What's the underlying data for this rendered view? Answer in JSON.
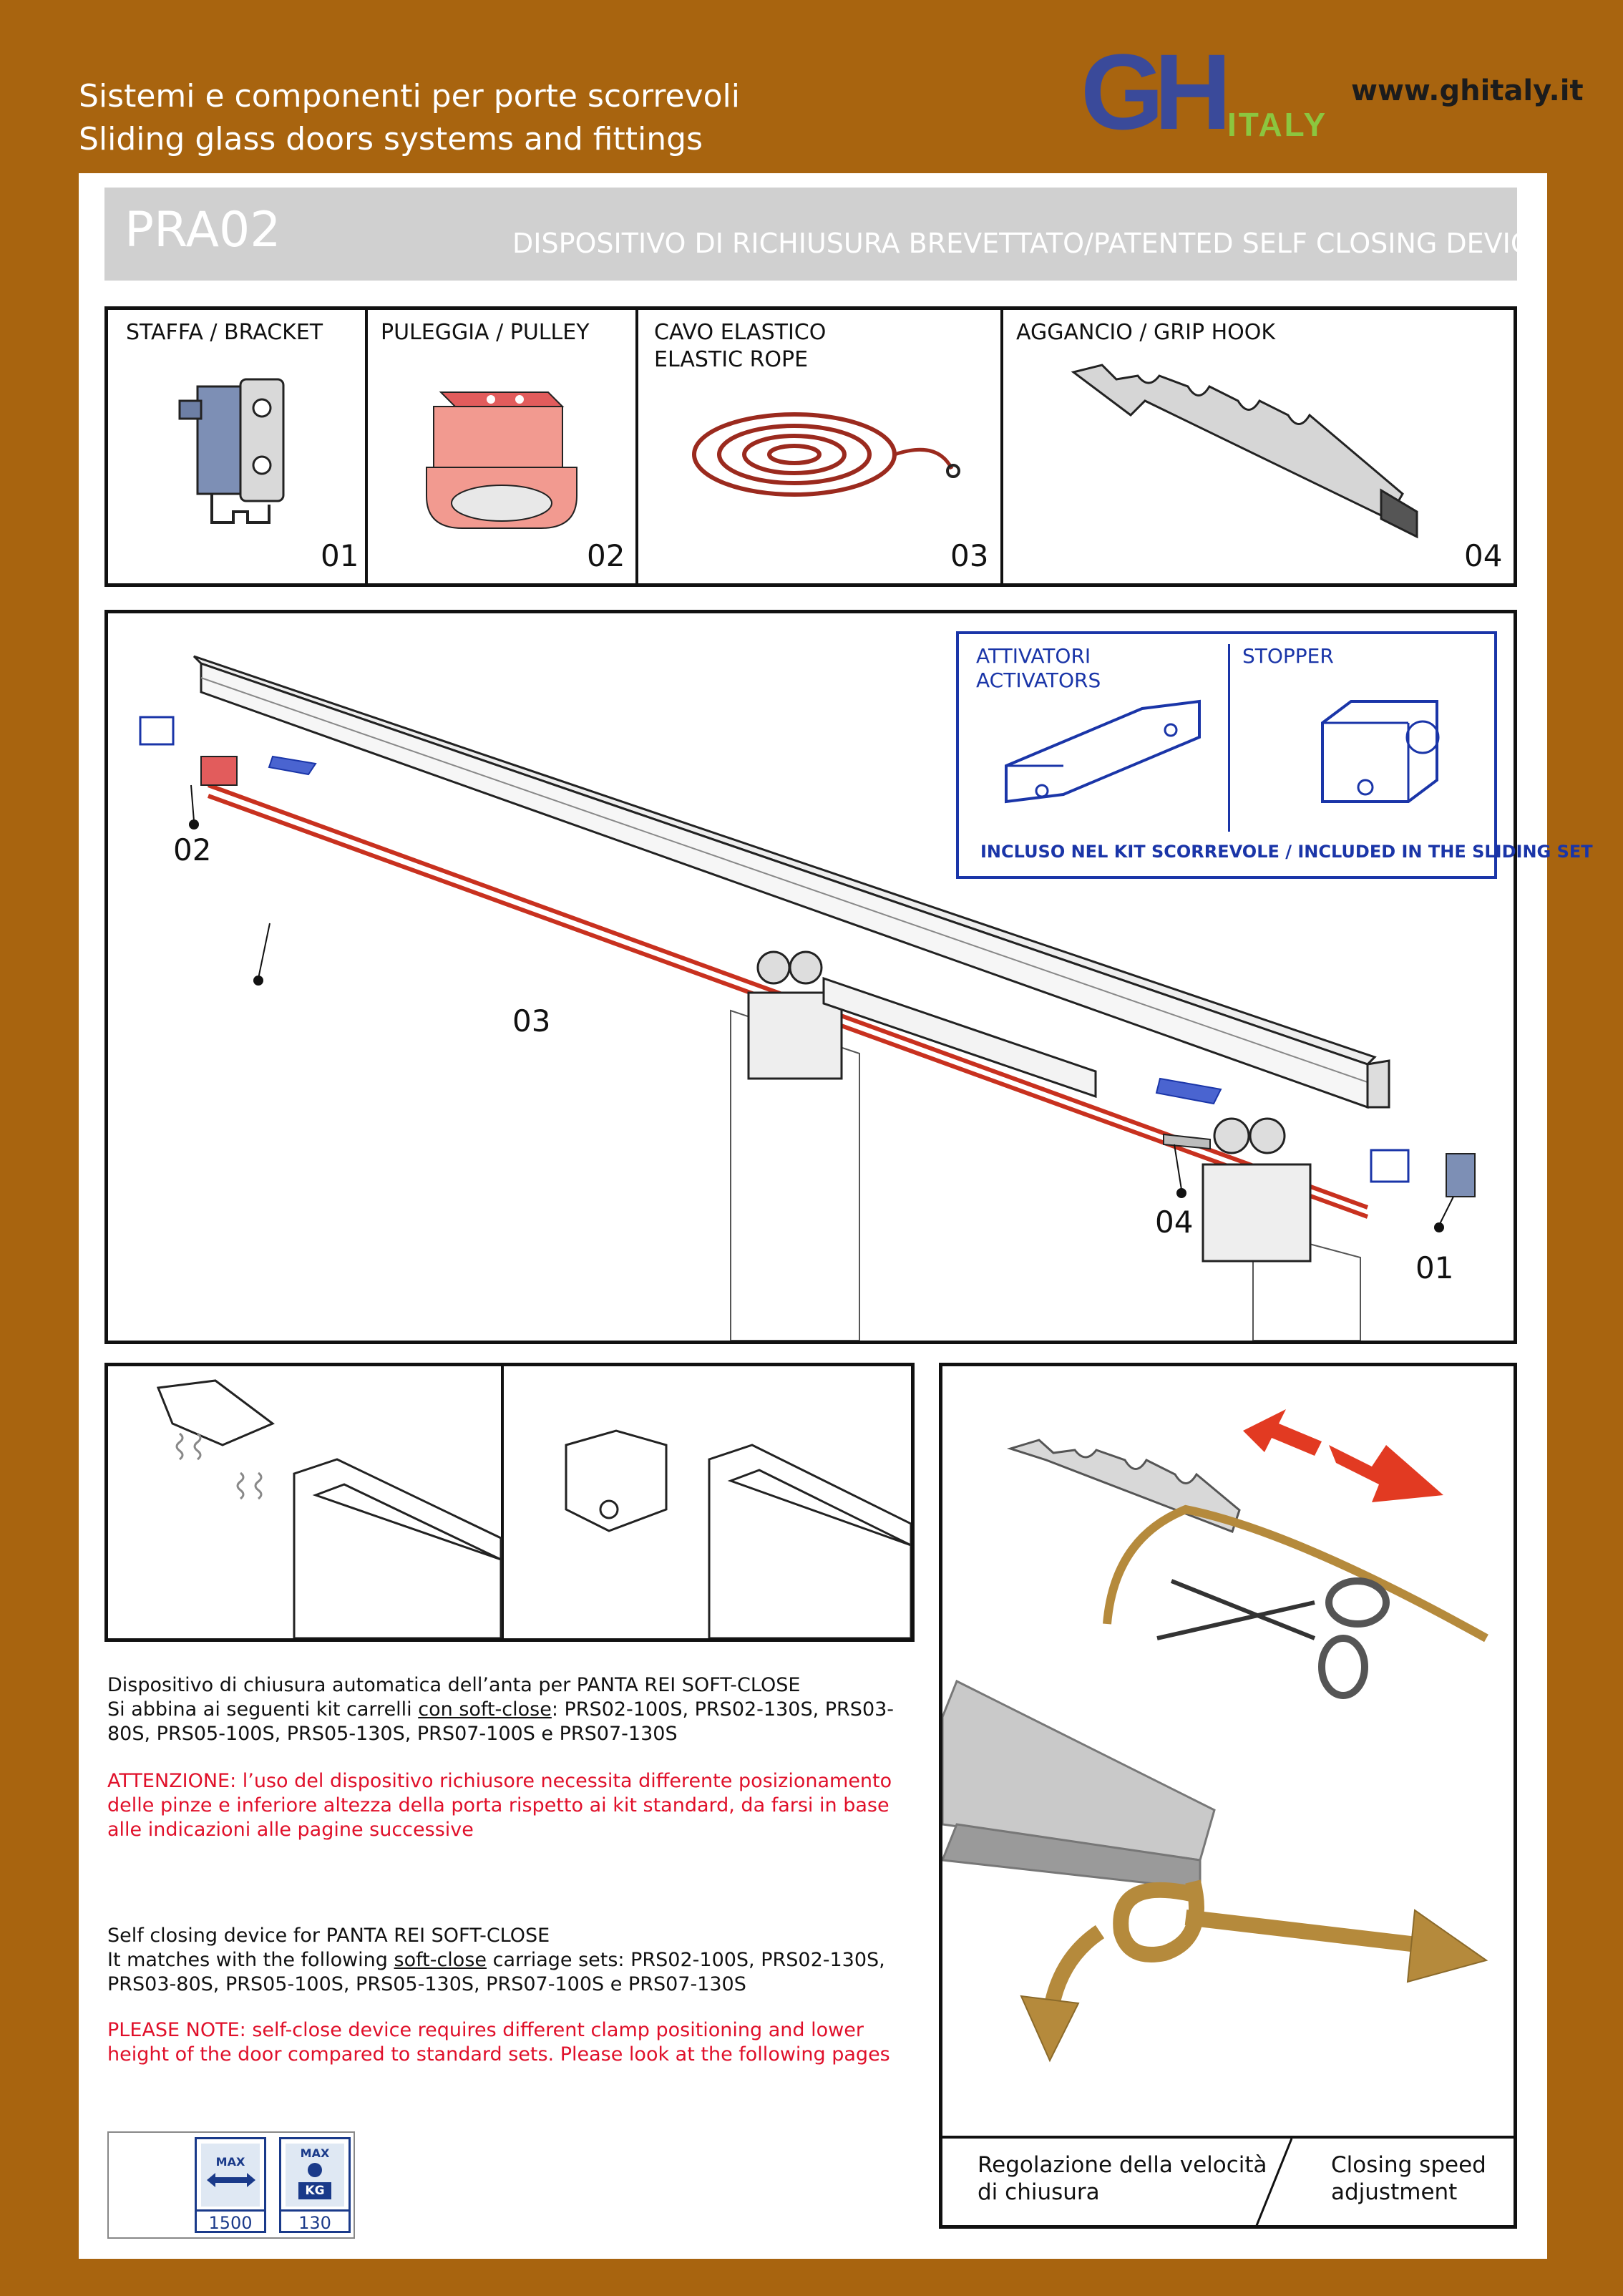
{
  "header": {
    "tagline_it": "Sistemi e componenti per porte scorrevoli",
    "tagline_en": "Sliding glass doors systems and fittings",
    "logo_gh": "GH",
    "logo_italy": "ITALY",
    "website": "www.ghitaly.it"
  },
  "product": {
    "code": "PRA02",
    "title": "DISPOSITIVO DI RICHIUSURA BREVETTATO/PATENTED SELF CLOSING DEVICE"
  },
  "components": [
    {
      "label": "STAFFA / BRACKET",
      "number": "01"
    },
    {
      "label": "PULEGGIA / PULLEY",
      "number": "02"
    },
    {
      "label": "CAVO ELASTICO",
      "label2": "ELASTIC ROPE",
      "number": "03"
    },
    {
      "label": "AGGANCIO / GRIP HOOK",
      "number": "04"
    }
  ],
  "assembly": {
    "callouts": [
      "02",
      "03",
      "04",
      "01"
    ],
    "inset": {
      "activators_it": "ATTIVATORI",
      "activators_en": "ACTIVATORS",
      "stopper": "STOPPER",
      "note": "INCLUSO NEL KIT SCORREVOLE / INCLUDED IN THE SLIDING SET"
    }
  },
  "description": {
    "it_line1": "Dispositivo di chiusura automatica dell’anta per PANTA REI SOFT-CLOSE",
    "it_line2_a": "Si abbina ai seguenti kit carrelli ",
    "it_line2_u": "con soft-close",
    "it_line2_b": ": PRS02-100S, PRS02-130S, PRS03-",
    "it_line3": "80S, PRS05-100S, PRS05-130S, PRS07-100S e PRS07-130S",
    "it_warn1": "ATTENZIONE: l’uso del dispositivo richiusore necessita differente posizionamento",
    "it_warn2": "delle pinze e inferiore altezza della porta rispetto ai kit standard, da farsi in base",
    "it_warn3": "alle indicazioni alle pagine successive",
    "en_line1": "Self closing device for PANTA REI SOFT-CLOSE",
    "en_line2_a": "It matches with the following ",
    "en_line2_u": "soft-close",
    "en_line2_b": " carriage sets: PRS02-100S, PRS02-130S,",
    "en_line3": "PRS03-80S, PRS05-100S, PRS05-130S, PRS07-100S e PRS07-130S",
    "en_warn1": "PLEASE NOTE: self-close device requires different clamp positioning and lower",
    "en_warn2": "height of the door compared to standard sets. Please look at the following pages"
  },
  "specs": {
    "max_label": "MAX",
    "kg_label": "KG",
    "max_length": "1500",
    "max_weight": "130"
  },
  "speed": {
    "caption_it1": "Regolazione della velocità",
    "caption_it2": "di chiusura",
    "caption_en1": "Closing speed",
    "caption_en2": "adjustment"
  },
  "colors": {
    "background": "#a8640f",
    "title_bar": "#d0d0d0",
    "rope_red": "#c8311f",
    "accent_blue": "#1a35a8",
    "warning_red": "#e0102a",
    "logo_blue": "#3a4a9a",
    "logo_green": "#8cc63f"
  }
}
